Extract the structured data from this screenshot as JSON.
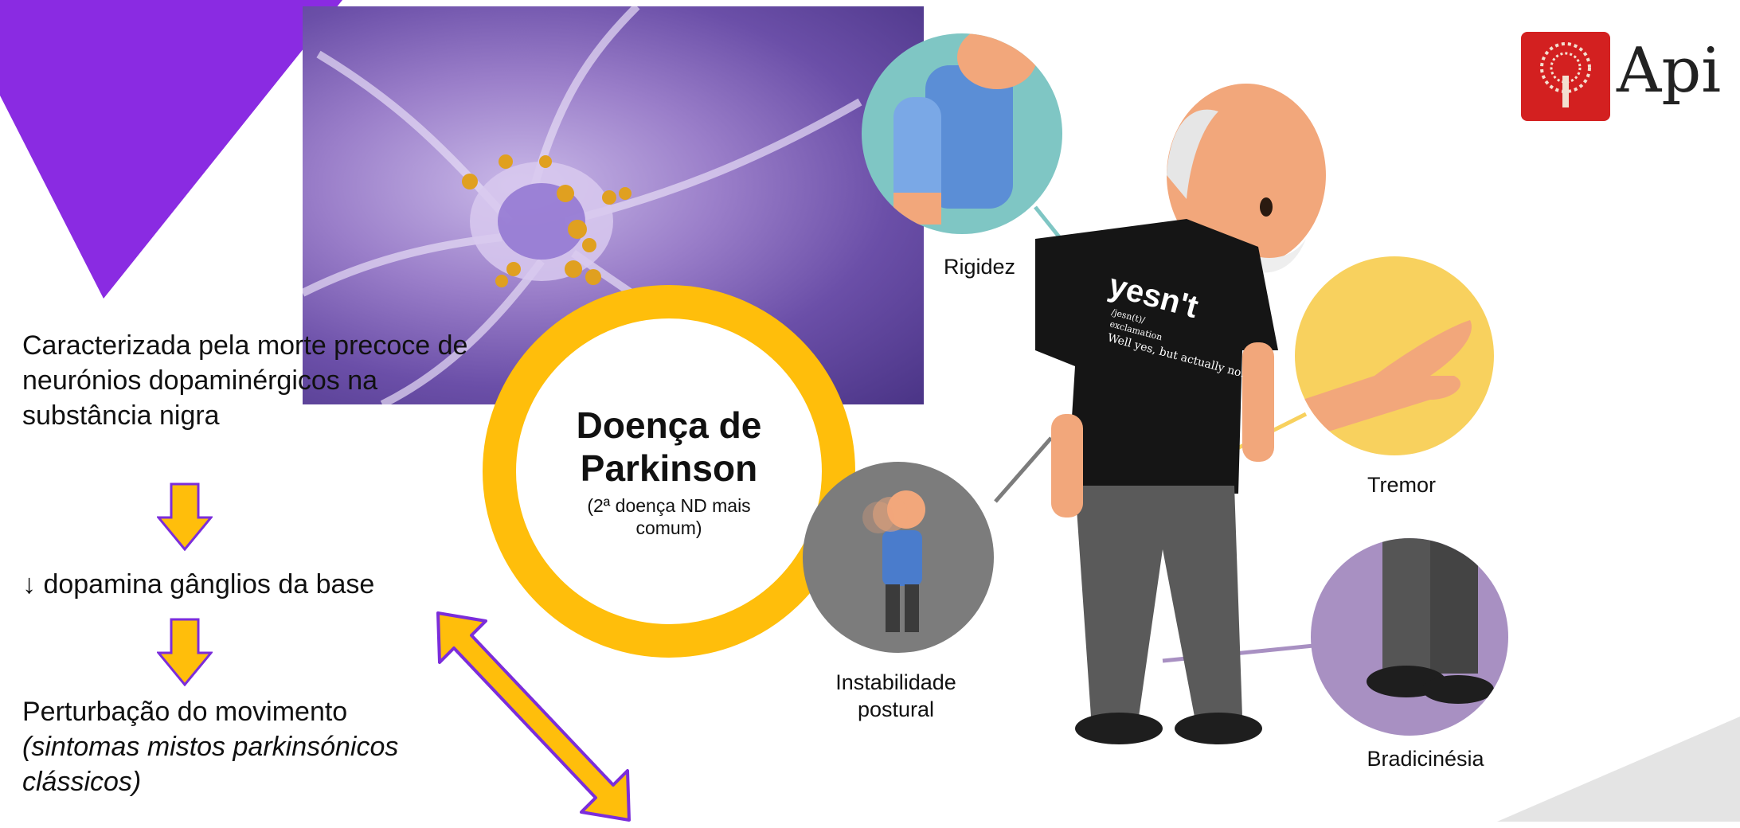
{
  "left_text": {
    "p1": "Caracterizada pela morte precoce de neurónios dopaminérgicos na substância nigra",
    "p2": "↓ dopamina gânglios da base",
    "p3_main": "Perturbação do movimento",
    "p3_italic": "(sintomas mistos parkinsónicos clássicos)"
  },
  "center": {
    "title": "Doença de Parkinson",
    "subtitle": "(2ª doença ND mais comum)"
  },
  "symptoms": {
    "rigidez": "Rigidez",
    "instabilidade": "Instabilidade postural",
    "tremor": "Tremor",
    "bradicinesia": "Bradicinésia"
  },
  "shirt": {
    "headline": "yesn't",
    "small1": "/jesn(t)/",
    "small2": "exclamation",
    "small3": "Well yes, but actually no."
  },
  "logo": {
    "text": "Api"
  },
  "colors": {
    "purple": "#8a2be2",
    "yellow": "#ffbe0b",
    "arrow_outline": "#7b2ddb",
    "logo_red": "#d32020"
  }
}
